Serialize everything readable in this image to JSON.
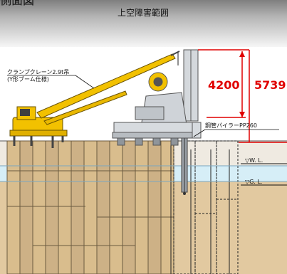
{
  "header_partial": "側面図",
  "band_title": "上空障害範囲",
  "crane_label_line1": "クランプクレーン2.9t吊",
  "crane_label_line2": "(Y形ブーム仕様)",
  "dim_inner": "4200",
  "dim_outer": "5739",
  "pipe_pilot_label": "鋼管パイラーPP260",
  "water_level_label": "▽W. L.",
  "ground_level_label": "▽G. L.",
  "colors": {
    "band_top": "#8e8e8e",
    "band_bottom": "#f4f4f4",
    "crane_yellow": "#f2c100",
    "dimension_red": "#e00000",
    "water": "#d6eef7",
    "soil": "#e2c9a0",
    "sheet_piles": "#cdb186",
    "machine_gray": "#cfd3d8"
  }
}
